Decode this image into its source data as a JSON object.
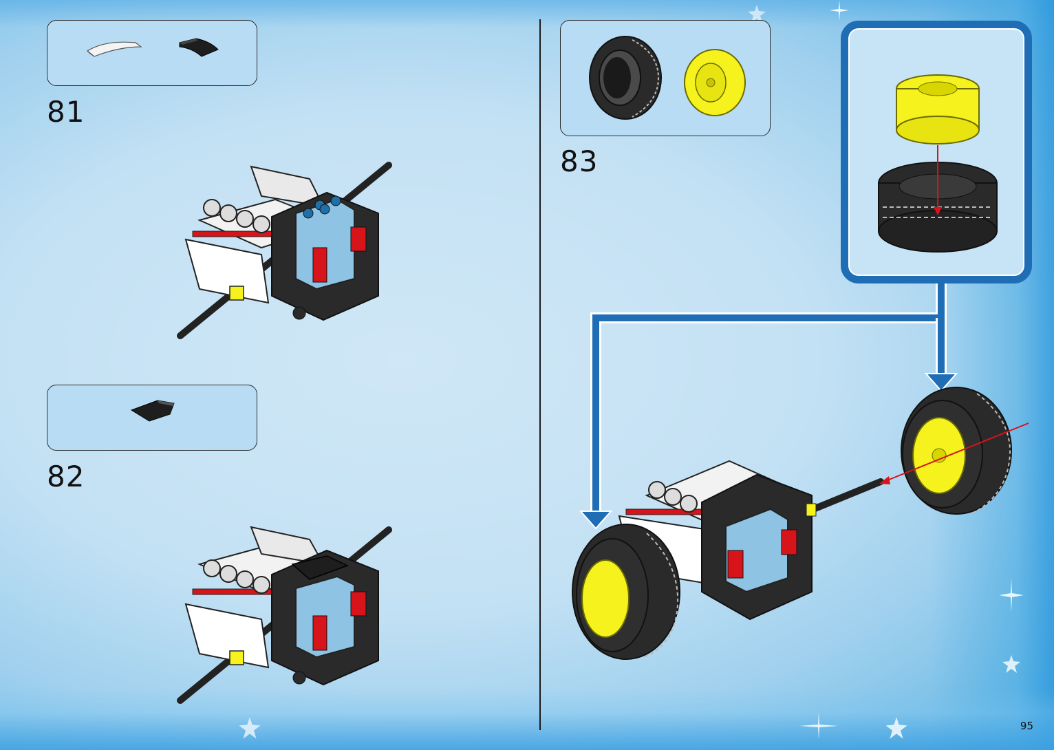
{
  "steps": [
    {
      "number": "81"
    },
    {
      "number": "82"
    },
    {
      "number": "83"
    }
  ],
  "page_number": "95",
  "colors": {
    "callout_fill": "#b8dcf4",
    "subassembly_frame": "#1f6db5",
    "rim_yellow": "#f5f21e",
    "tire_black": "#2a2a2a",
    "brick_red": "#d7141a",
    "brick_light_blue": "#8fc3e3"
  },
  "icons": [
    "snowflake-star-icon",
    "arrow-down-icon",
    "red-assembly-arrow-icon"
  ]
}
